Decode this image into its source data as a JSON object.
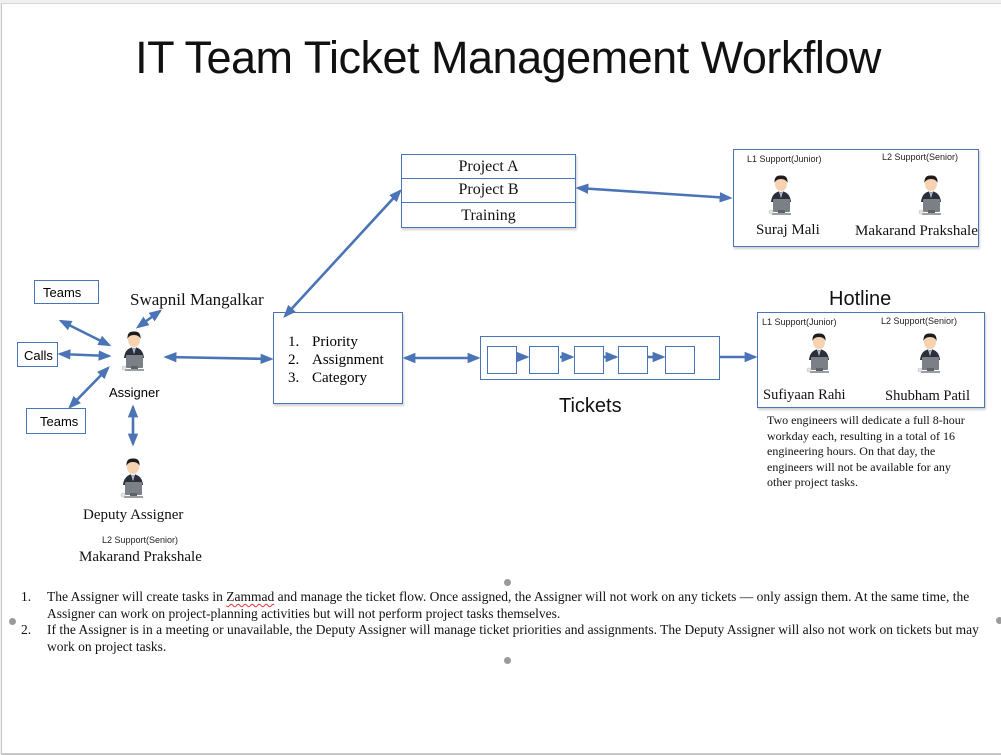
{
  "title": "IT Team Ticket Management Workflow",
  "projects": [
    "Project A",
    "Project B",
    "Training"
  ],
  "project_support": {
    "members": [
      {
        "level": "L1 Support(Junior)",
        "name": "Suraj Mali"
      },
      {
        "level": "L2 Support(Senior)",
        "name": "Makarand Prakshale"
      }
    ]
  },
  "channels": [
    "Teams",
    "Calls",
    "Teams"
  ],
  "assigner": {
    "name": "Swapnil Mangalkar",
    "role": "Assigner"
  },
  "deputy": {
    "role": "Deputy Assigner",
    "level": "L2 Support(Senior)",
    "name": "Makarand Prakshale"
  },
  "triage": {
    "items": [
      "Priority",
      "Assignment",
      "Category"
    ]
  },
  "tickets": {
    "label": "Tickets",
    "count": 5
  },
  "hotline": {
    "title": "Hotline",
    "members": [
      {
        "level": "L1 Support(Junior)",
        "name": "Sufiyaan Rahi"
      },
      {
        "level": "L2 Support(Senior)",
        "name": "Shubham Patil"
      }
    ],
    "note": "Two engineers will dedicate a full 8-hour workday each, resulting in a total of 16 engineering hours. On that day, the engineers will not be available for any other project tasks."
  },
  "rules": [
    {
      "before": "The Assigner will create tasks in ",
      "flagged": "Zammad",
      "after": " and manage the ticket flow. Once assigned, the Assigner will not work on any tickets — only assign them. At the same time, the Assigner can work on project-planning activities but will not perform project tasks themselves."
    },
    {
      "before": "If the Assigner is in a meeting or unavailable, the Deputy Assigner will manage ticket priorities and assignments. The Deputy Assigner will also not work on tickets but may work on project tasks.",
      "flagged": "",
      "after": ""
    }
  ],
  "colors": {
    "connector": "#4a74b5",
    "border": "#4a74b5",
    "spellcheck": "#dd3333"
  }
}
